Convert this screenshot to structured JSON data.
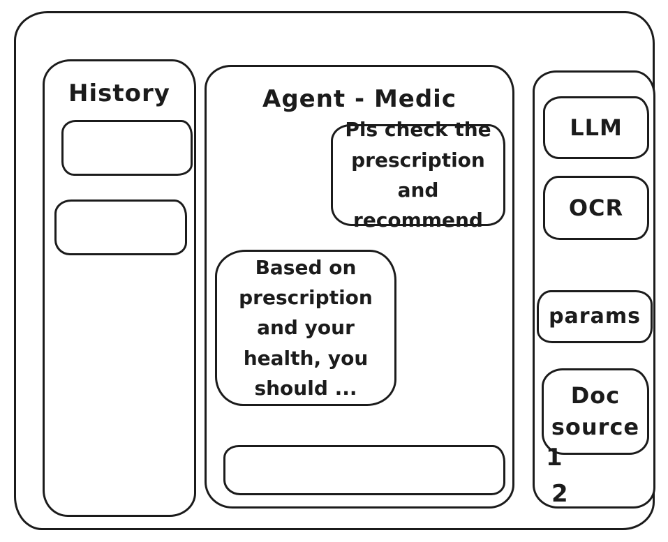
{
  "app": {
    "background_color": "#ffffff",
    "stroke_color": "#1b1b1b"
  },
  "history_sidebar": {
    "title": "History",
    "items": [
      {
        "label": ""
      },
      {
        "label": ""
      }
    ]
  },
  "chat": {
    "title": "Agent - Medic",
    "messages": [
      {
        "role": "user",
        "text": "Pls check the\nprescription\nand recommend"
      },
      {
        "role": "assistant",
        "text": "Based on\nprescription\nand your\nhealth, you\nshould ..."
      }
    ],
    "input": {
      "value": ""
    }
  },
  "tools_sidebar": {
    "buttons": [
      {
        "id": "llm",
        "label": "LLM"
      },
      {
        "id": "ocr",
        "label": "OCR"
      },
      {
        "id": "params",
        "label": "params"
      },
      {
        "id": "doc-source",
        "label": "Doc\nsource"
      }
    ],
    "doc_source_items": [
      "1",
      "2"
    ]
  }
}
